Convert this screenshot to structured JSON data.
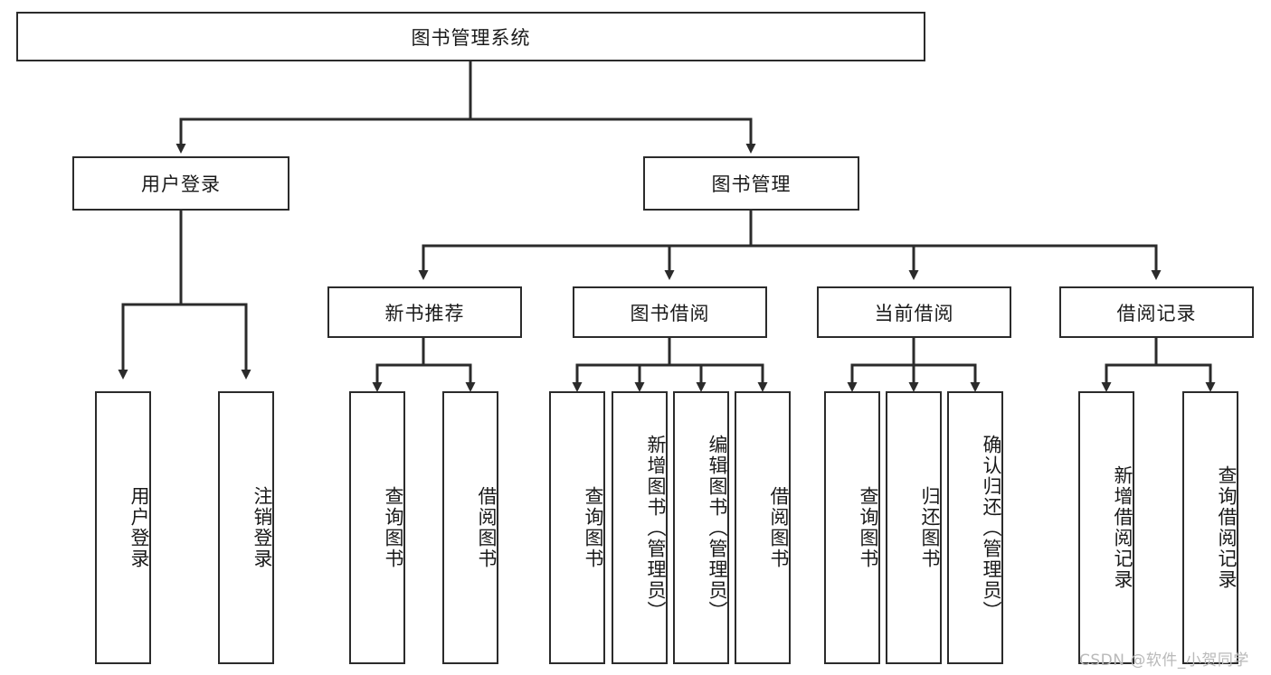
{
  "diagram": {
    "title": "图书管理系统",
    "type": "tree-hierarchy-flowchart",
    "colors": {
      "box_border": "#2b2b2b",
      "box_fill": "#ffffff",
      "connector": "#2b2b2b",
      "watermark": "#b9b9b9",
      "background": "#ffffff"
    },
    "root": {
      "label": "图书管理系统"
    },
    "level2": [
      {
        "label": "用户登录"
      },
      {
        "label": "图书管理"
      }
    ],
    "level3": [
      {
        "label": "新书推荐"
      },
      {
        "label": "图书借阅"
      },
      {
        "label": "当前借阅"
      },
      {
        "label": "借阅记录"
      }
    ],
    "leaves": {
      "user_login": [
        {
          "label": "用户登录"
        },
        {
          "label": "注销登录"
        }
      ],
      "new_book_recommend": [
        {
          "label": "查询图书"
        },
        {
          "label": "借阅图书"
        }
      ],
      "book_borrow": [
        {
          "label": "查询图书"
        },
        {
          "label": "新增图书（管理员）"
        },
        {
          "label": "编辑图书（管理员）"
        },
        {
          "label": "借阅图书"
        }
      ],
      "current_borrow": [
        {
          "label": "查询图书"
        },
        {
          "label": "归还图书"
        },
        {
          "label": "确认归还（管理员）"
        }
      ],
      "borrow_records": [
        {
          "label": "新增借阅记录"
        },
        {
          "label": "查询借阅记录"
        }
      ]
    }
  },
  "watermark": {
    "text": "CSDN @软件_小贺同学"
  }
}
